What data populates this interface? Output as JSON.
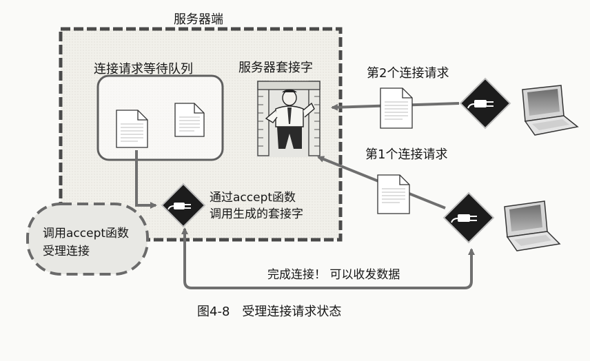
{
  "server": {
    "title": "服务器端",
    "queue_label": "连接请求等待队列",
    "socket_label": "服务器套接字"
  },
  "requests": {
    "second": "第2个连接请求",
    "first": "第1个连接请求"
  },
  "accept_socket": {
    "line1": "通过accept函数",
    "line2": "调用生成的套接字"
  },
  "accept_call": {
    "line1": "调用accept函数",
    "line2": "受理连接"
  },
  "completion": "完成连接！ 可以收发数据",
  "caption": "图4-8　受理连接请求状态"
}
